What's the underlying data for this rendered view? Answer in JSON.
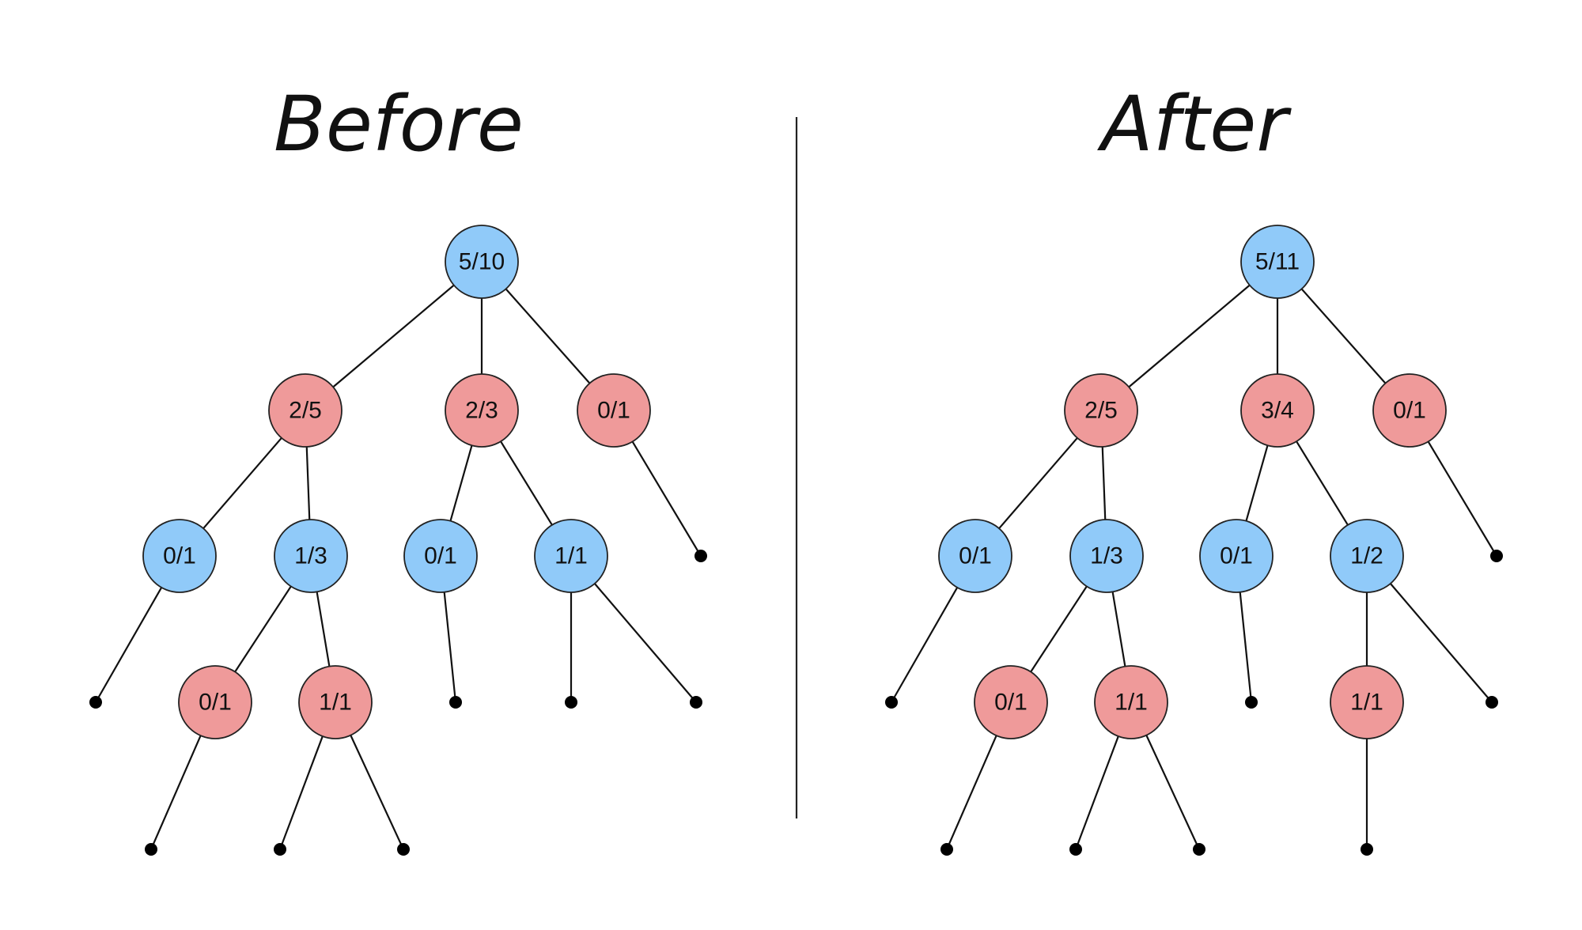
{
  "colors": {
    "blue": "#90caf9",
    "red": "#ef9a9a",
    "stroke": "#222222",
    "leaf": "#000000"
  },
  "panels": [
    {
      "id": "before",
      "title": "Before",
      "nodes": {
        "root": {
          "label": "5/10",
          "color": "blue"
        },
        "a": {
          "label": "2/5",
          "color": "red"
        },
        "b": {
          "label": "2/3",
          "color": "red"
        },
        "c": {
          "label": "0/1",
          "color": "red"
        },
        "a1": {
          "label": "0/1",
          "color": "blue"
        },
        "a2": {
          "label": "1/3",
          "color": "blue"
        },
        "b1": {
          "label": "0/1",
          "color": "blue"
        },
        "b2": {
          "label": "1/1",
          "color": "blue"
        },
        "a21": {
          "label": "0/1",
          "color": "red"
        },
        "a22": {
          "label": "1/1",
          "color": "red"
        }
      }
    },
    {
      "id": "after",
      "title": "After",
      "nodes": {
        "root": {
          "label": "5/11",
          "color": "blue"
        },
        "a": {
          "label": "2/5",
          "color": "red"
        },
        "b": {
          "label": "3/4",
          "color": "red"
        },
        "c": {
          "label": "0/1",
          "color": "red"
        },
        "a1": {
          "label": "0/1",
          "color": "blue"
        },
        "a2": {
          "label": "1/3",
          "color": "blue"
        },
        "b1": {
          "label": "0/1",
          "color": "blue"
        },
        "b2": {
          "label": "1/2",
          "color": "blue"
        },
        "a21": {
          "label": "0/1",
          "color": "red"
        },
        "a22": {
          "label": "1/1",
          "color": "red"
        },
        "b21": {
          "label": "1/1",
          "color": "red"
        }
      }
    }
  ]
}
